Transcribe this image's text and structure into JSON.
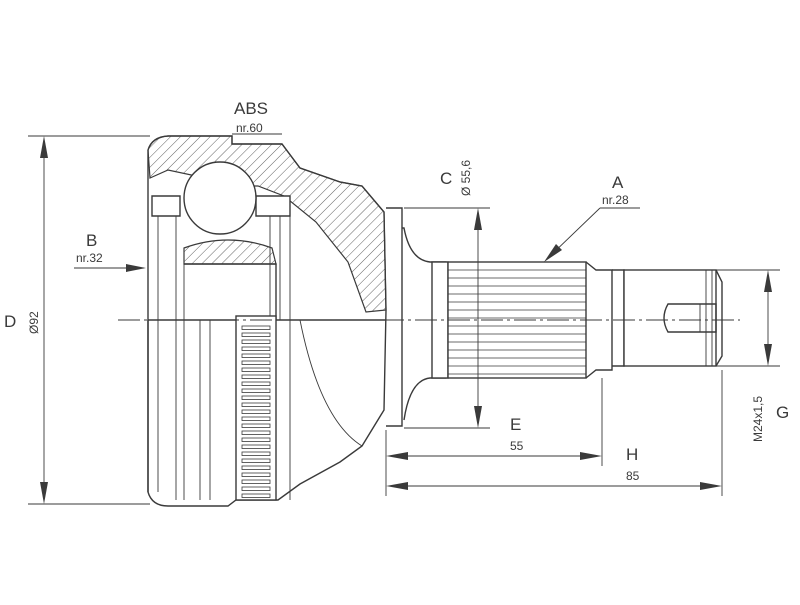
{
  "labels": {
    "abs": {
      "letter": "ABS",
      "note": "nr.60"
    },
    "a": {
      "letter": "A",
      "note": "nr.28"
    },
    "b": {
      "letter": "B",
      "note": "nr.32"
    },
    "c": {
      "letter": "C",
      "note": "Ø 55,6"
    },
    "d": {
      "letter": "D",
      "note": "Ø92"
    },
    "e": {
      "letter": "E",
      "note": "55"
    },
    "h": {
      "letter": "H",
      "note": "85"
    },
    "g": {
      "letter": "G",
      "note": "M24x1,5"
    }
  },
  "colors": {
    "line": "#3a3a3a",
    "background": "#ffffff"
  }
}
